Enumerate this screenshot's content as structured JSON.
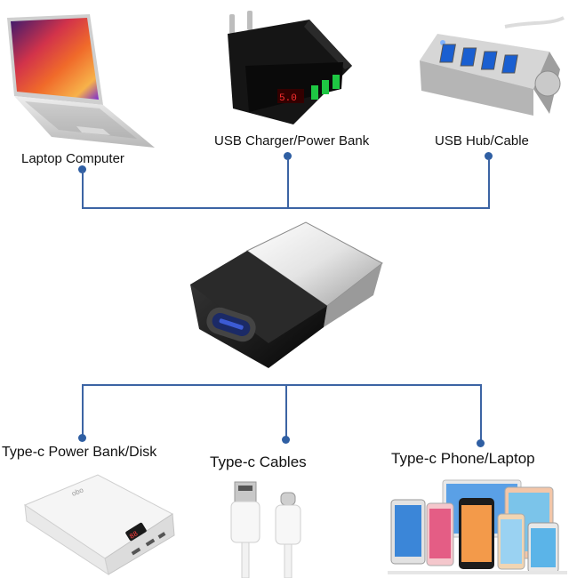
{
  "labels": {
    "laptop": "Laptop Computer",
    "charger": "USB Charger/Power Bank",
    "hub": "USB Hub/Cable",
    "powerbank": "Type-c Power Bank/Disk",
    "cables": "Type-c Cables",
    "phone": "Type-c Phone/Laptop"
  },
  "colors": {
    "connector_line": "#3c64a4",
    "dot": "#2f5fa3"
  }
}
